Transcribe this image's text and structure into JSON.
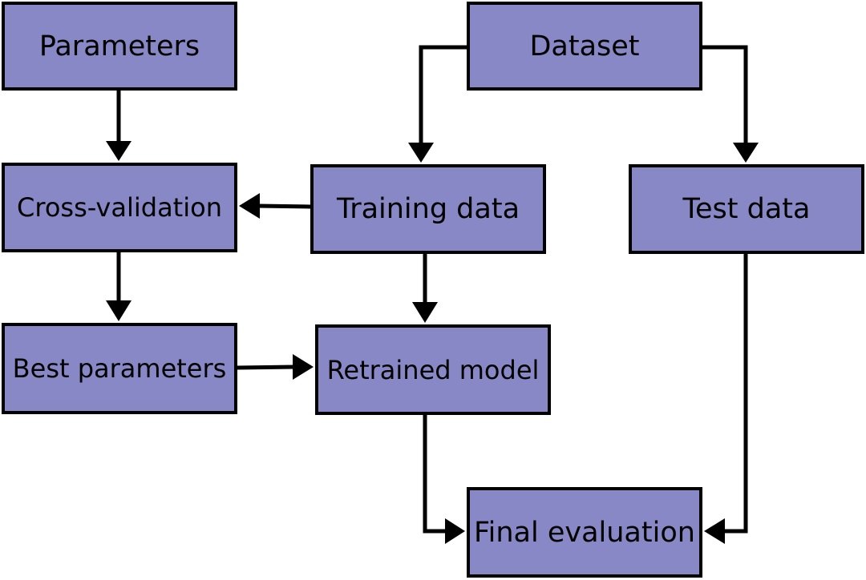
{
  "nodes": {
    "parameters": "Parameters",
    "dataset": "Dataset",
    "cross_validation": "Cross-validation",
    "training_data": "Training data",
    "test_data": "Test data",
    "best_parameters": "Best parameters",
    "retrained_model": "Retrained model",
    "final_evaluation": "Final evaluation"
  },
  "edges": [
    {
      "from": "parameters",
      "to": "cross_validation"
    },
    {
      "from": "dataset",
      "to": "training_data"
    },
    {
      "from": "dataset",
      "to": "test_data"
    },
    {
      "from": "training_data",
      "to": "cross_validation"
    },
    {
      "from": "training_data",
      "to": "retrained_model"
    },
    {
      "from": "cross_validation",
      "to": "best_parameters"
    },
    {
      "from": "best_parameters",
      "to": "retrained_model"
    },
    {
      "from": "retrained_model",
      "to": "final_evaluation"
    },
    {
      "from": "test_data",
      "to": "final_evaluation"
    }
  ],
  "colors": {
    "node_fill": "#8888c6",
    "stroke": "#000000",
    "background": "#ffffff"
  }
}
